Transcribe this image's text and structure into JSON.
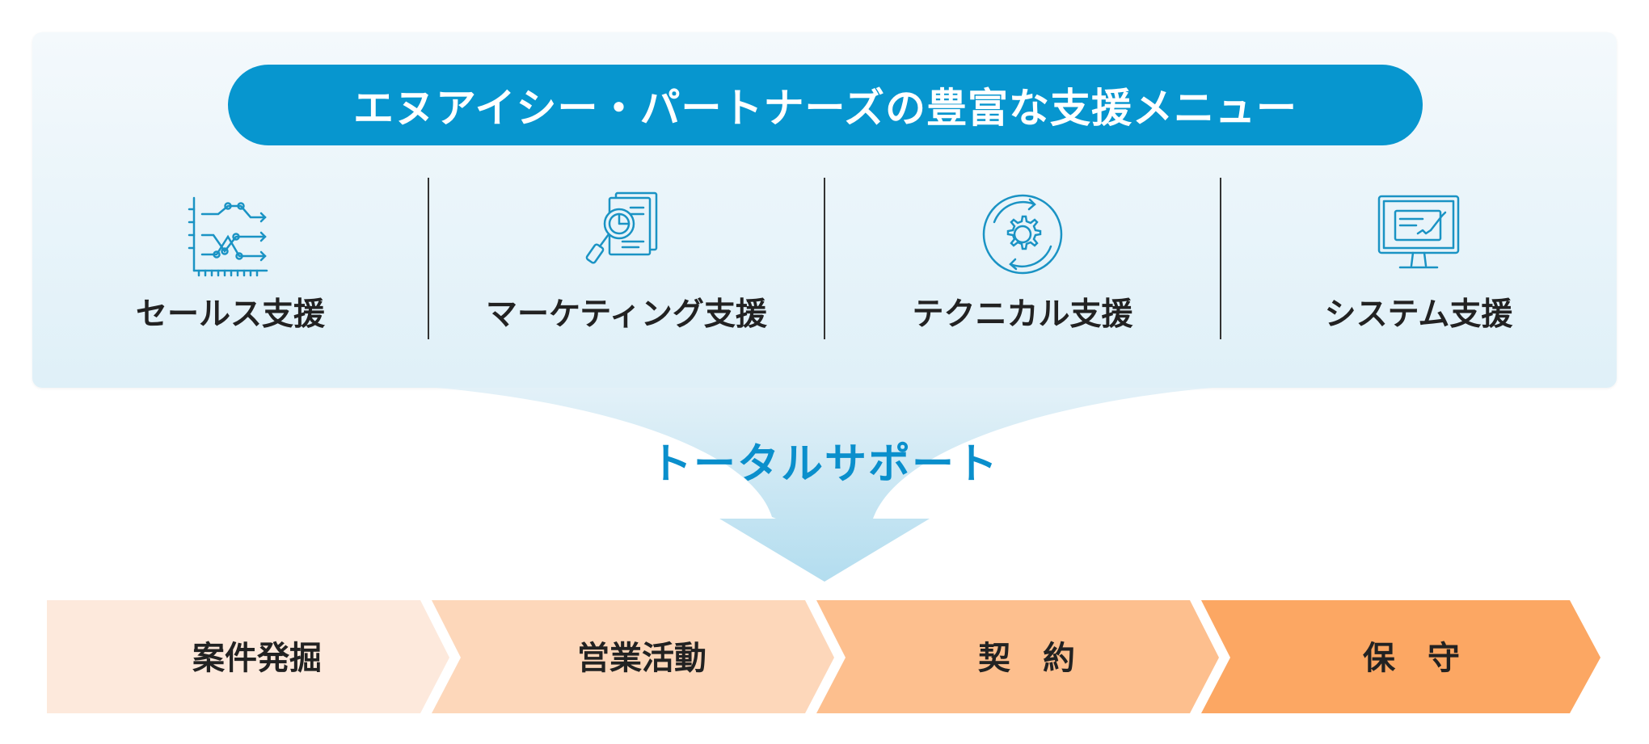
{
  "header": {
    "title": "エヌアイシー・パートナーズの豊富な支援メニュー"
  },
  "menu": [
    {
      "label": "セールス支援",
      "icon": "line-chart-icon"
    },
    {
      "label": "マーケティング支援",
      "icon": "document-search-icon"
    },
    {
      "label": "テクニカル支援",
      "icon": "gear-icon"
    },
    {
      "label": "システム支援",
      "icon": "monitor-icon"
    }
  ],
  "total_support": "トータルサポート",
  "process_steps": [
    {
      "label": "案件発掘",
      "color": "#fde9dc"
    },
    {
      "label": "営業活動",
      "color": "#fdd7ba"
    },
    {
      "label": "契　約",
      "color": "#fdbf8e"
    },
    {
      "label": "保　守",
      "color": "#fca763"
    }
  ],
  "colors": {
    "accent_blue": "#0796cf",
    "arrow_blue": "#b7e0f0"
  }
}
